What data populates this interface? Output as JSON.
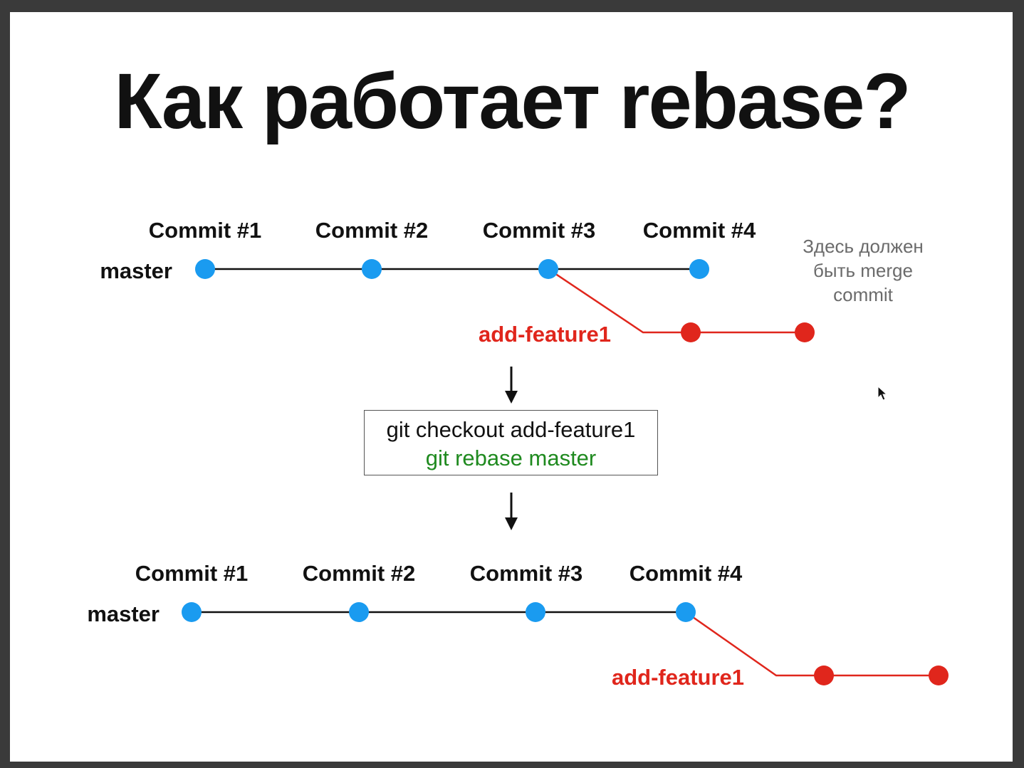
{
  "title": "Как работает rebase?",
  "diagram_before": {
    "branch_main": "master",
    "commits": [
      "Commit #1",
      "Commit #2",
      "Commit #3",
      "Commit #4"
    ],
    "branch_feature": "add-feature1",
    "note_lines": [
      "Здесь должен",
      "быть merge",
      "commit"
    ]
  },
  "commands": {
    "line1": "git checkout add-feature1",
    "line2": "git rebase master"
  },
  "diagram_after": {
    "branch_main": "master",
    "commits": [
      "Commit #1",
      "Commit #2",
      "Commit #3",
      "Commit #4"
    ],
    "branch_feature": "add-feature1"
  },
  "colors": {
    "main_node": "#1a9bf0",
    "feature": "#e0261c",
    "command_highlight": "#1f8a1f"
  }
}
